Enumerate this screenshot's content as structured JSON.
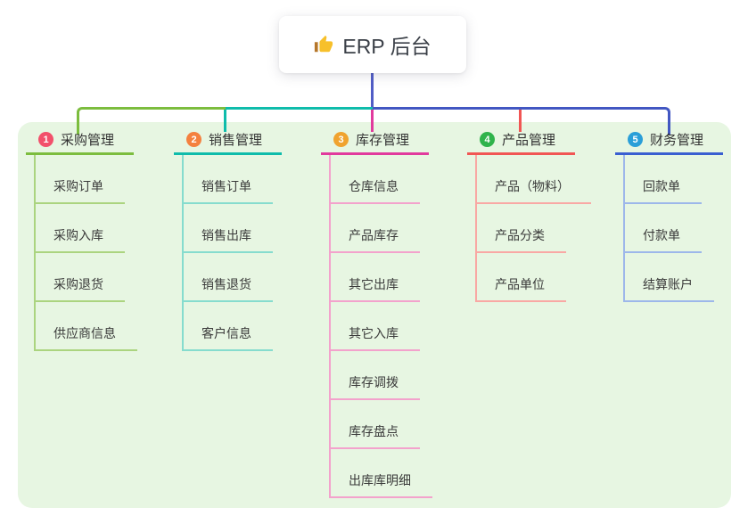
{
  "root": {
    "label": "ERP 后台",
    "icon": "thumbs-up-icon"
  },
  "canvas": {
    "background": "#ffffff",
    "panel_bg": "#e7f6e2"
  },
  "connectors": {
    "root_drop_color": "#515dc6",
    "bar_blue": "#4257c2"
  },
  "branches": [
    {
      "index": "1",
      "label": "采购管理",
      "color": "#7cbd3e",
      "light_color": "#abd47f",
      "badge_color": "#f2506b",
      "children": [
        "采购订单",
        "采购入库",
        "采购退货",
        "供应商信息"
      ]
    },
    {
      "index": "2",
      "label": "销售管理",
      "color": "#0fbcab",
      "light_color": "#86dcce",
      "badge_color": "#f4813f",
      "children": [
        "销售订单",
        "销售出库",
        "销售退货",
        "客户信息"
      ]
    },
    {
      "index": "3",
      "label": "库存管理",
      "color": "#e13a9d",
      "light_color": "#f3a2cc",
      "badge_color": "#f0a32f",
      "children": [
        "仓库信息",
        "产品库存",
        "其它出库",
        "其它入库",
        "库存调拨",
        "库存盘点",
        "出库库明细"
      ]
    },
    {
      "index": "4",
      "label": "产品管理",
      "color": "#f15654",
      "light_color": "#f9a8a4",
      "badge_color": "#2fb34b",
      "children": [
        "产品（物料）",
        "产品分类",
        "产品单位"
      ]
    },
    {
      "index": "5",
      "label": "财务管理",
      "color": "#3a5fd1",
      "light_color": "#9db7ea",
      "badge_color": "#2a9fd8",
      "children": [
        "回款单",
        "付款单",
        "结算账户"
      ]
    }
  ]
}
